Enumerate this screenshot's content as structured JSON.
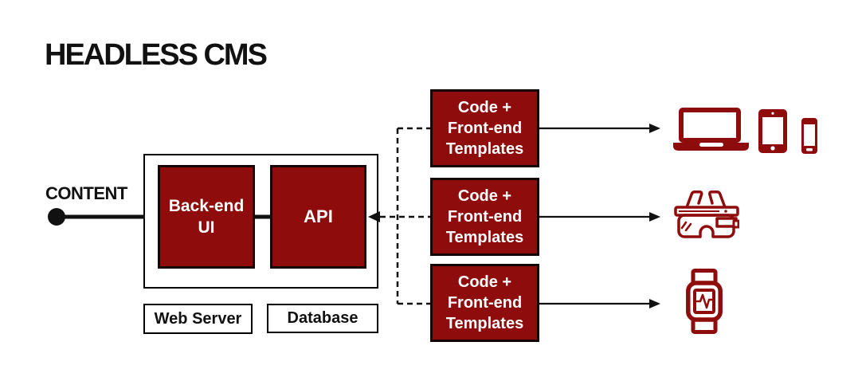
{
  "title": "HEADLESS CMS",
  "colors": {
    "maroon": "#8e0c0c",
    "box_border_black": "#000000",
    "line_black": "#111111",
    "text_white": "#ffffff",
    "background": "#ffffff"
  },
  "content": {
    "label": "CONTENT"
  },
  "cms": {
    "backend_ui_lines": [
      "Back-end",
      "UI"
    ],
    "api_label": "API",
    "web_server_label": "Web Server",
    "database_label": "Database"
  },
  "template_boxes": [
    {
      "lines": [
        "Code +",
        "Front-end",
        "Templates"
      ]
    },
    {
      "lines": [
        "Code +",
        "Front-end",
        "Templates"
      ]
    },
    {
      "lines": [
        "Code +",
        "Front-end",
        "Templates"
      ]
    }
  ],
  "devices": {
    "row1": [
      "laptop-icon",
      "tablet-icon",
      "smartphone-icon"
    ],
    "row2": [
      "smart-glasses-icon"
    ],
    "row3": [
      "smartwatch-icon"
    ]
  }
}
